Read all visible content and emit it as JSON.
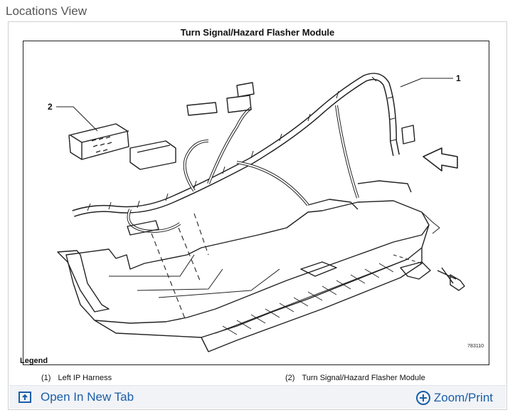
{
  "section": {
    "title": "Locations View"
  },
  "diagram": {
    "title": "Turn Signal/Hazard Flasher Module",
    "callouts": [
      "1",
      "2"
    ],
    "figure_id": "783110"
  },
  "legend": {
    "title": "Legend",
    "items": [
      {
        "num": "(1)",
        "label": "Left IP Harness"
      },
      {
        "num": "(2)",
        "label": "Turn Signal/Hazard Flasher Module"
      }
    ]
  },
  "actions": {
    "open_new_tab": "Open In New Tab",
    "zoom_print": "Zoom/Print",
    "accent": "#1a5ea6"
  }
}
